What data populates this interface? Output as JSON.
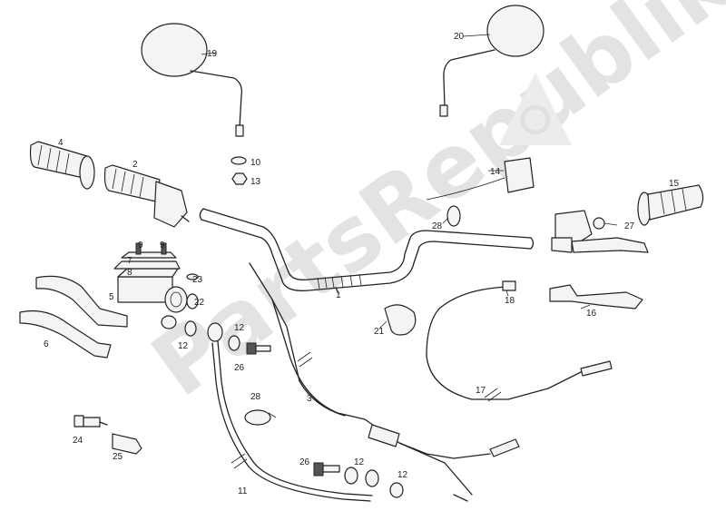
{
  "watermark": "PartsRepublik",
  "callouts": [
    {
      "id": "c1",
      "text": "1"
    },
    {
      "id": "c2",
      "text": "2"
    },
    {
      "id": "c3",
      "text": "3"
    },
    {
      "id": "c4",
      "text": "4"
    },
    {
      "id": "c5",
      "text": "5"
    },
    {
      "id": "c6",
      "text": "6"
    },
    {
      "id": "c7",
      "text": "7"
    },
    {
      "id": "c8",
      "text": "8"
    },
    {
      "id": "c9a",
      "text": "9"
    },
    {
      "id": "c9b",
      "text": "9"
    },
    {
      "id": "c10",
      "text": "10"
    },
    {
      "id": "c11",
      "text": "11"
    },
    {
      "id": "c12a",
      "text": "12"
    },
    {
      "id": "c12b",
      "text": "12"
    },
    {
      "id": "c12c",
      "text": "12"
    },
    {
      "id": "c12d",
      "text": "12"
    },
    {
      "id": "c13",
      "text": "13"
    },
    {
      "id": "c14",
      "text": "14"
    },
    {
      "id": "c15",
      "text": "15"
    },
    {
      "id": "c16",
      "text": "16"
    },
    {
      "id": "c17",
      "text": "17"
    },
    {
      "id": "c18",
      "text": "18"
    },
    {
      "id": "c19",
      "text": "19"
    },
    {
      "id": "c20",
      "text": "20"
    },
    {
      "id": "c21",
      "text": "21"
    },
    {
      "id": "c22",
      "text": "22"
    },
    {
      "id": "c23",
      "text": "23"
    },
    {
      "id": "c24",
      "text": "24"
    },
    {
      "id": "c25",
      "text": "25"
    },
    {
      "id": "c26a",
      "text": "26"
    },
    {
      "id": "c26b",
      "text": "26"
    },
    {
      "id": "c27",
      "text": "27"
    },
    {
      "id": "c28a",
      "text": "28"
    },
    {
      "id": "c28b",
      "text": "28"
    }
  ]
}
